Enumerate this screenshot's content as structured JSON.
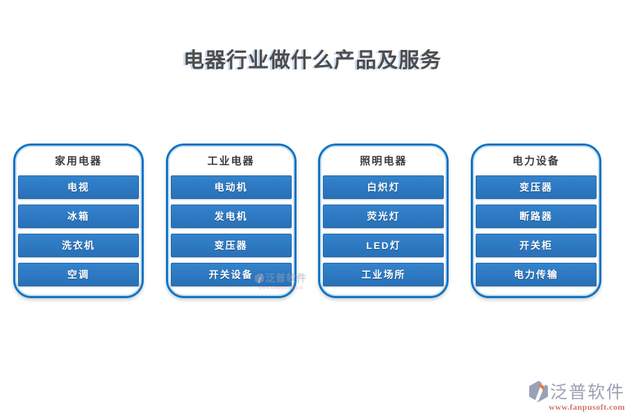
{
  "page": {
    "title": "电器行业做什么产品及服务",
    "background": "#ffffff"
  },
  "colors": {
    "card_border_blue": "#0d72c4",
    "button_blue": "#2d78c1",
    "title_text": "#4d4d4d",
    "header_text": "#3c3c3c",
    "watermark_brand_gray": "#9d9fb4",
    "watermark_url_salmon": "#d0756a",
    "logo_gray": "#99a3b7",
    "logo_orange": "#e07b4f"
  },
  "cards": [
    {
      "title": "家用电器",
      "items": [
        "电视",
        "冰箱",
        "洗衣机",
        "空调"
      ]
    },
    {
      "title": "工业电器",
      "items": [
        "电动机",
        "发电机",
        "变压器",
        "开关设备"
      ]
    },
    {
      "title": "照明电器",
      "items": [
        "白炽灯",
        "荧光灯",
        "LED灯",
        "工业场所"
      ]
    },
    {
      "title": "电力设备",
      "items": [
        "变压器",
        "断路器",
        "开关柜",
        "电力传输"
      ]
    }
  ],
  "watermarks": {
    "mid": {
      "brand": "泛普软件",
      "url": "www.fanpusoft.com",
      "logo_icon": "fanpu-logo-icon"
    },
    "footer": {
      "brand": "泛普软件",
      "url": "www.fanpusoft.com",
      "logo_icon": "fanpu-logo-icon"
    }
  }
}
